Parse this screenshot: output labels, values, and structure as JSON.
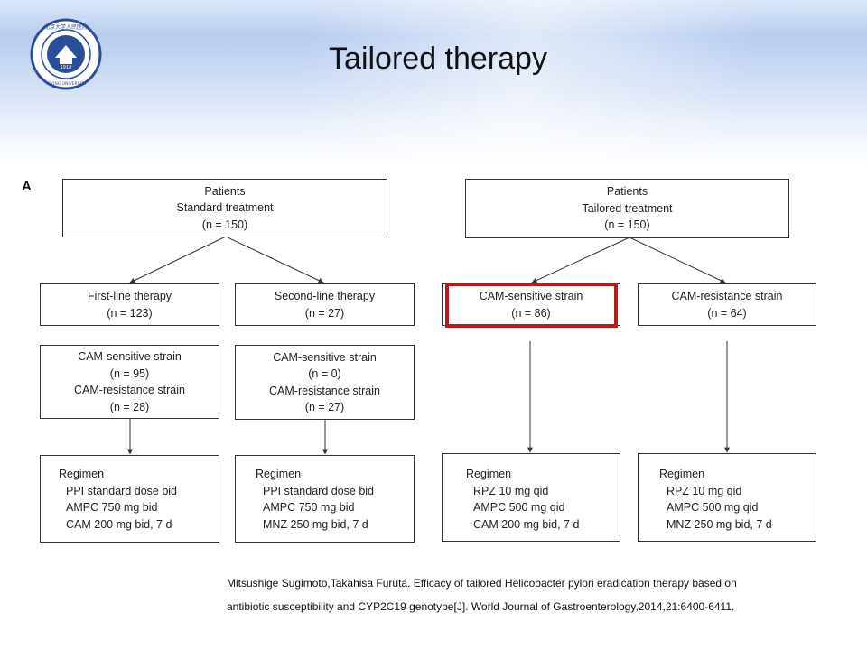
{
  "slide": {
    "title": "Tailored therapy",
    "logo_text": "北京大学人民医院 PEKING UNIVERSITY PEOPLE'S HOSPITAL 1918"
  },
  "diagram": {
    "panel_label": "A",
    "left": {
      "root": [
        "Patients",
        "Standard treatment",
        "(n = 150)"
      ],
      "first_line": [
        "First-line therapy",
        "(n = 123)"
      ],
      "second_line": [
        "Second-line therapy",
        "(n = 27)"
      ],
      "first_strains": [
        "CAM-sensitive strain",
        "(n = 95)",
        "CAM-resistance strain",
        "(n = 28)"
      ],
      "second_strains": [
        "CAM-sensitive strain",
        "(n = 0)",
        "CAM-resistance strain",
        "(n = 27)"
      ],
      "regimen1": [
        "Regimen",
        "PPI standard dose bid",
        "AMPC 750 mg bid",
        "CAM 200 mg bid, 7 d"
      ],
      "regimen2": [
        "Regimen",
        "PPI standard dose bid",
        "AMPC 750 mg bid",
        "MNZ 250 mg bid, 7 d"
      ]
    },
    "right": {
      "root": [
        "Patients",
        "Tailored treatment",
        "(n = 150)"
      ],
      "sensitive": [
        "CAM-sensitive strain",
        "(n = 86)"
      ],
      "resistant": [
        "CAM-resistance strain",
        "(n = 64)"
      ],
      "regimen3": [
        "Regimen",
        "RPZ 10 mg qid",
        "AMPC 500 mg qid",
        "CAM 200 mg bid, 7 d"
      ],
      "regimen4": [
        "Regimen",
        "RPZ 10 mg qid",
        "AMPC 500 mg qid",
        "MNZ 250 mg bid, 7 d"
      ]
    },
    "highlight_color": "#b71c1c"
  },
  "citation": {
    "line1": "Mitsushige Sugimoto,Takahisa Furuta. Efficacy of tailored Helicobacter pylori eradication therapy based on",
    "line2": "antibiotic susceptibility and CYP2C19 genotype[J]. World Journal of Gastroenterology,2014,21:6400-6411."
  }
}
